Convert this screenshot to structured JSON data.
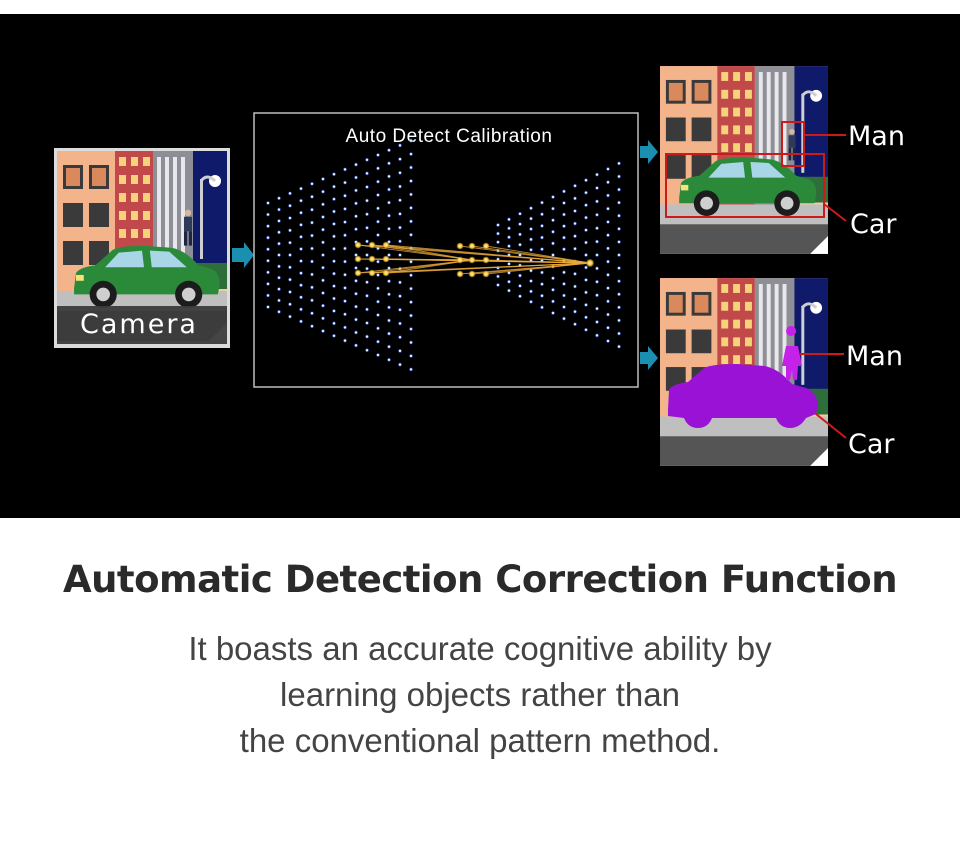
{
  "diagram": {
    "camera_label": "Camera",
    "process_title": "Auto Detect Calibration",
    "output_labels": {
      "top_man": "Man",
      "top_car": "Car",
      "bottom_man": "Man",
      "bottom_car": "Car"
    },
    "colors": {
      "background": "#000000",
      "arrow": "#1b8fb0",
      "box_outline": "#cc1a1a",
      "segmentation": "#9a12d6",
      "car": "#2a8a3a",
      "node": "#f2c23a",
      "dot": "#4f8cff"
    }
  },
  "caption": {
    "headline": "Automatic Detection Correction Function",
    "lines": [
      "It boasts an accurate cognitive ability by",
      "learning objects rather than",
      "the conventional pattern method."
    ]
  }
}
